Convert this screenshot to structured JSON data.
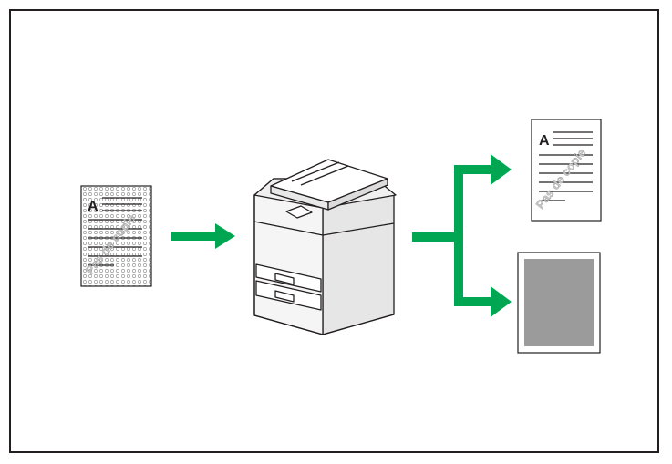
{
  "colors": {
    "frame": "#231f20",
    "arrow": "#00a651",
    "page_border": "#231f20",
    "solid_fill": "#9b9b9b",
    "machine_line": "#231f20",
    "machine_fill": "#f2f2f2"
  },
  "icons": {
    "source": "patterned-document-icon",
    "device": "copier-icon",
    "output_a": "copied-document-icon",
    "output_b": "gray-filled-page-icon"
  },
  "original_doc": {
    "letter": "A",
    "watermark": "Pas de copie"
  },
  "copy_doc": {
    "letter": "A",
    "watermark": "Pas de copie"
  }
}
